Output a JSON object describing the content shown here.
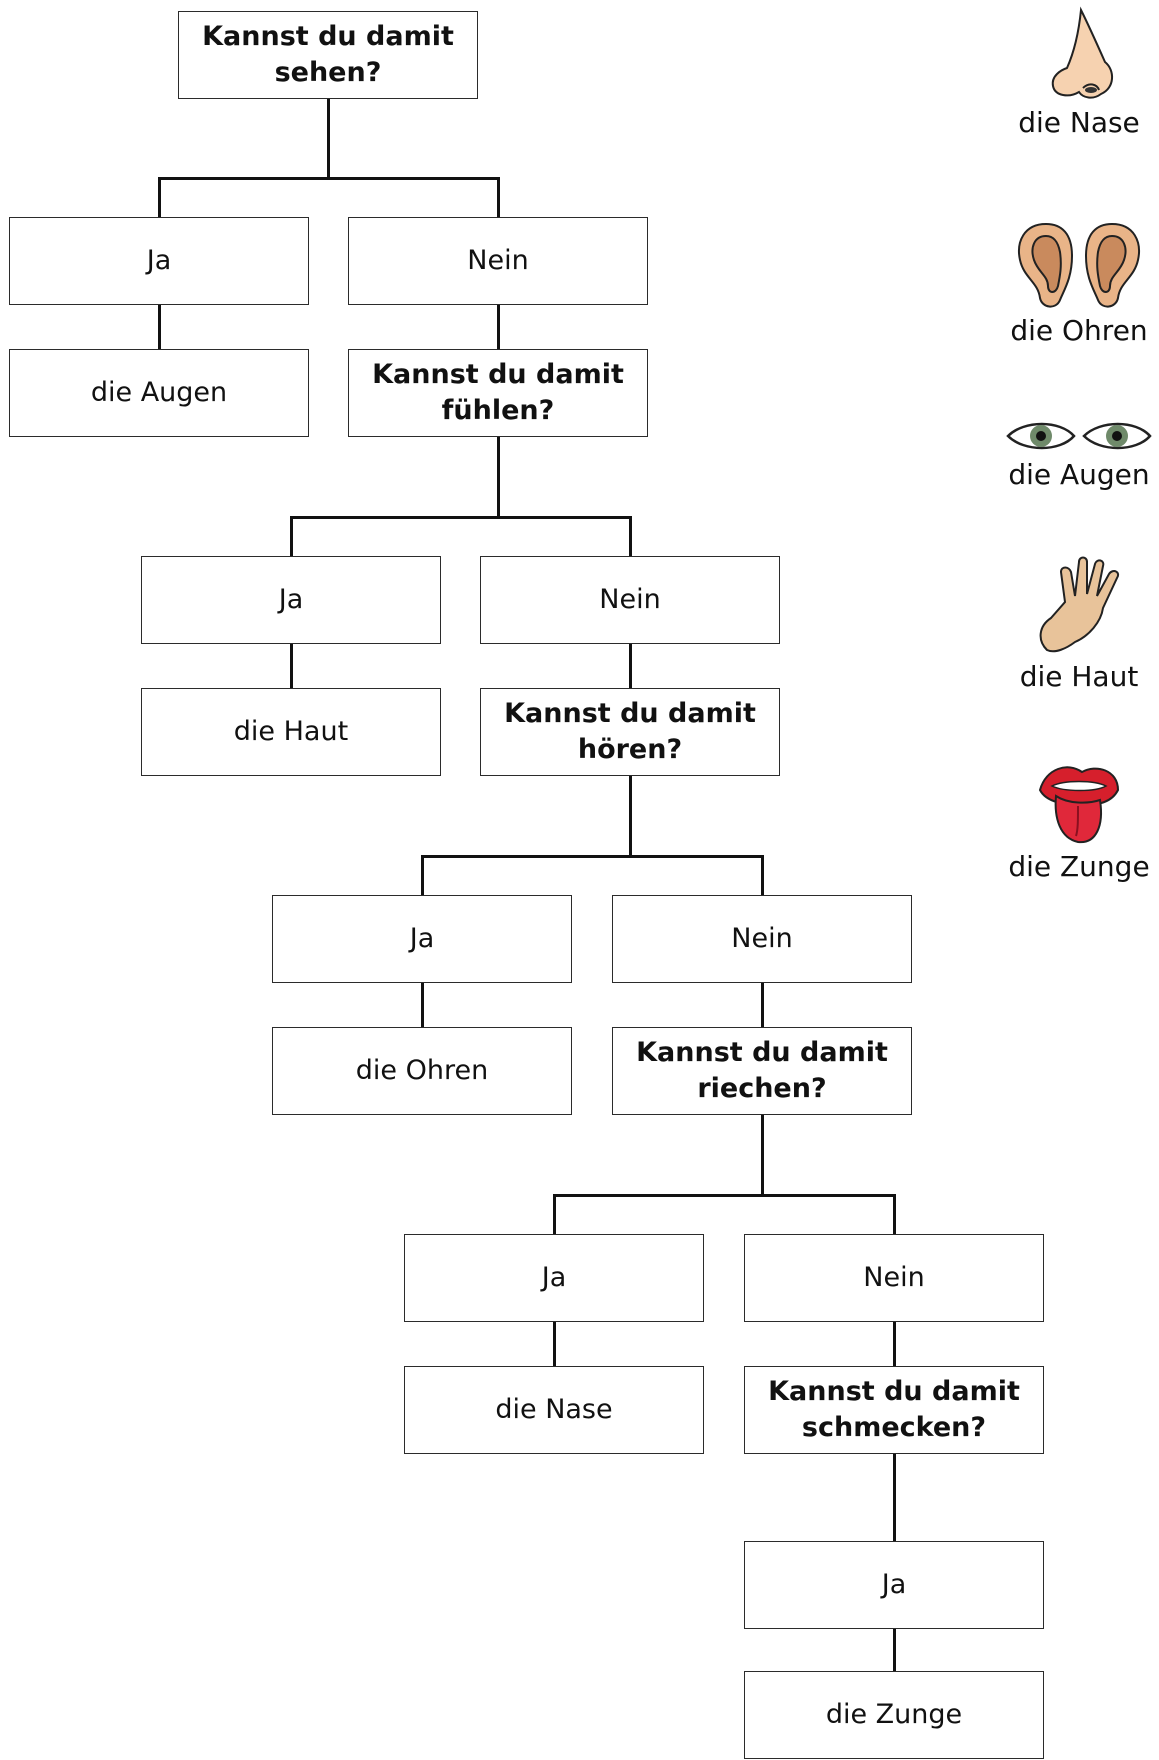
{
  "questions": {
    "q1_line1": "Kannst du damit",
    "q1_line2": "sehen?",
    "q2_line1": "Kannst du damit",
    "q2_line2": "fühlen?",
    "q3_line1": "Kannst du damit",
    "q3_line2": "hören?",
    "q4_line1": "Kannst du damit",
    "q4_line2": "riechen?",
    "q5_line1": "Kannst du damit",
    "q5_line2": "schmecken?"
  },
  "answers": {
    "yes": "Ja",
    "no": "Nein"
  },
  "results": {
    "eyes": "die Augen",
    "skin": "die Haut",
    "ears": "die Ohren",
    "nose": "die Nase",
    "tongue": "die Zunge"
  },
  "legend": [
    {
      "label": "die Nase",
      "icon": "nose-icon"
    },
    {
      "label": "die Ohren",
      "icon": "ears-icon"
    },
    {
      "label": "die Augen",
      "icon": "eyes-icon"
    },
    {
      "label": "die Haut",
      "icon": "hand-icon"
    },
    {
      "label": "die Zunge",
      "icon": "tongue-icon"
    }
  ]
}
